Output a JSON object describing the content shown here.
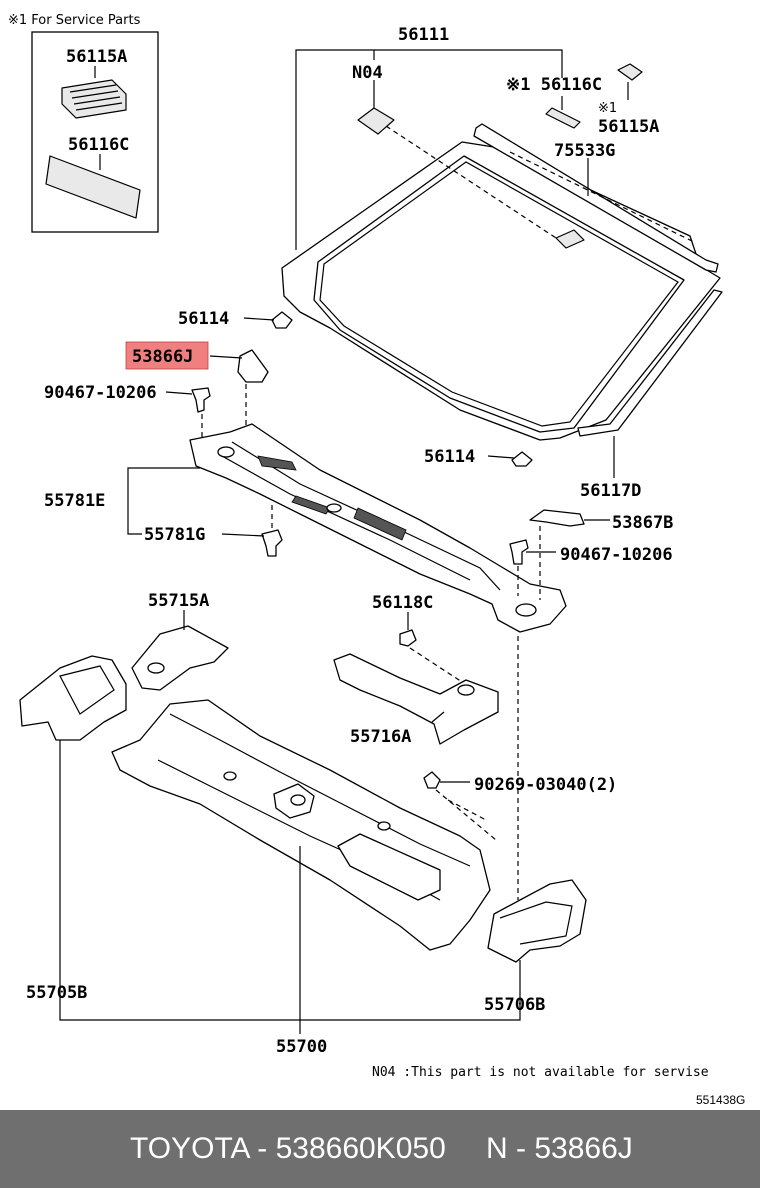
{
  "service_note": "※1 For Service Parts",
  "inset_labels": [
    "56115A",
    "56116C"
  ],
  "labels": {
    "p56111": "56111",
    "pN04": "N04",
    "p56116C": "※1 56116C",
    "p56115A_mark": "※1",
    "p56115A": "56115A",
    "p75533G": "75533G",
    "p56114_a": "56114",
    "p53866J": "53866J",
    "p90467_a": "90467-10206",
    "p55781E": "55781E",
    "p55781G": "55781G",
    "p56114_b": "56114",
    "p56117D": "56117D",
    "p53867B": "53867B",
    "p90467_b": "90467-10206",
    "p55715A": "55715A",
    "p56118C": "56118C",
    "p55716A": "55716A",
    "p90269": "90269-03040(2)",
    "p55705B": "55705B",
    "p55706B": "55706B",
    "p55700": "55700"
  },
  "note": "N04 :This part is not available for servise",
  "diagram_code": "551438G",
  "highlight_color": "#f08080",
  "footer": {
    "brand_part": "TOYOTA - 538660K050",
    "ref": "N - 53866J"
  }
}
